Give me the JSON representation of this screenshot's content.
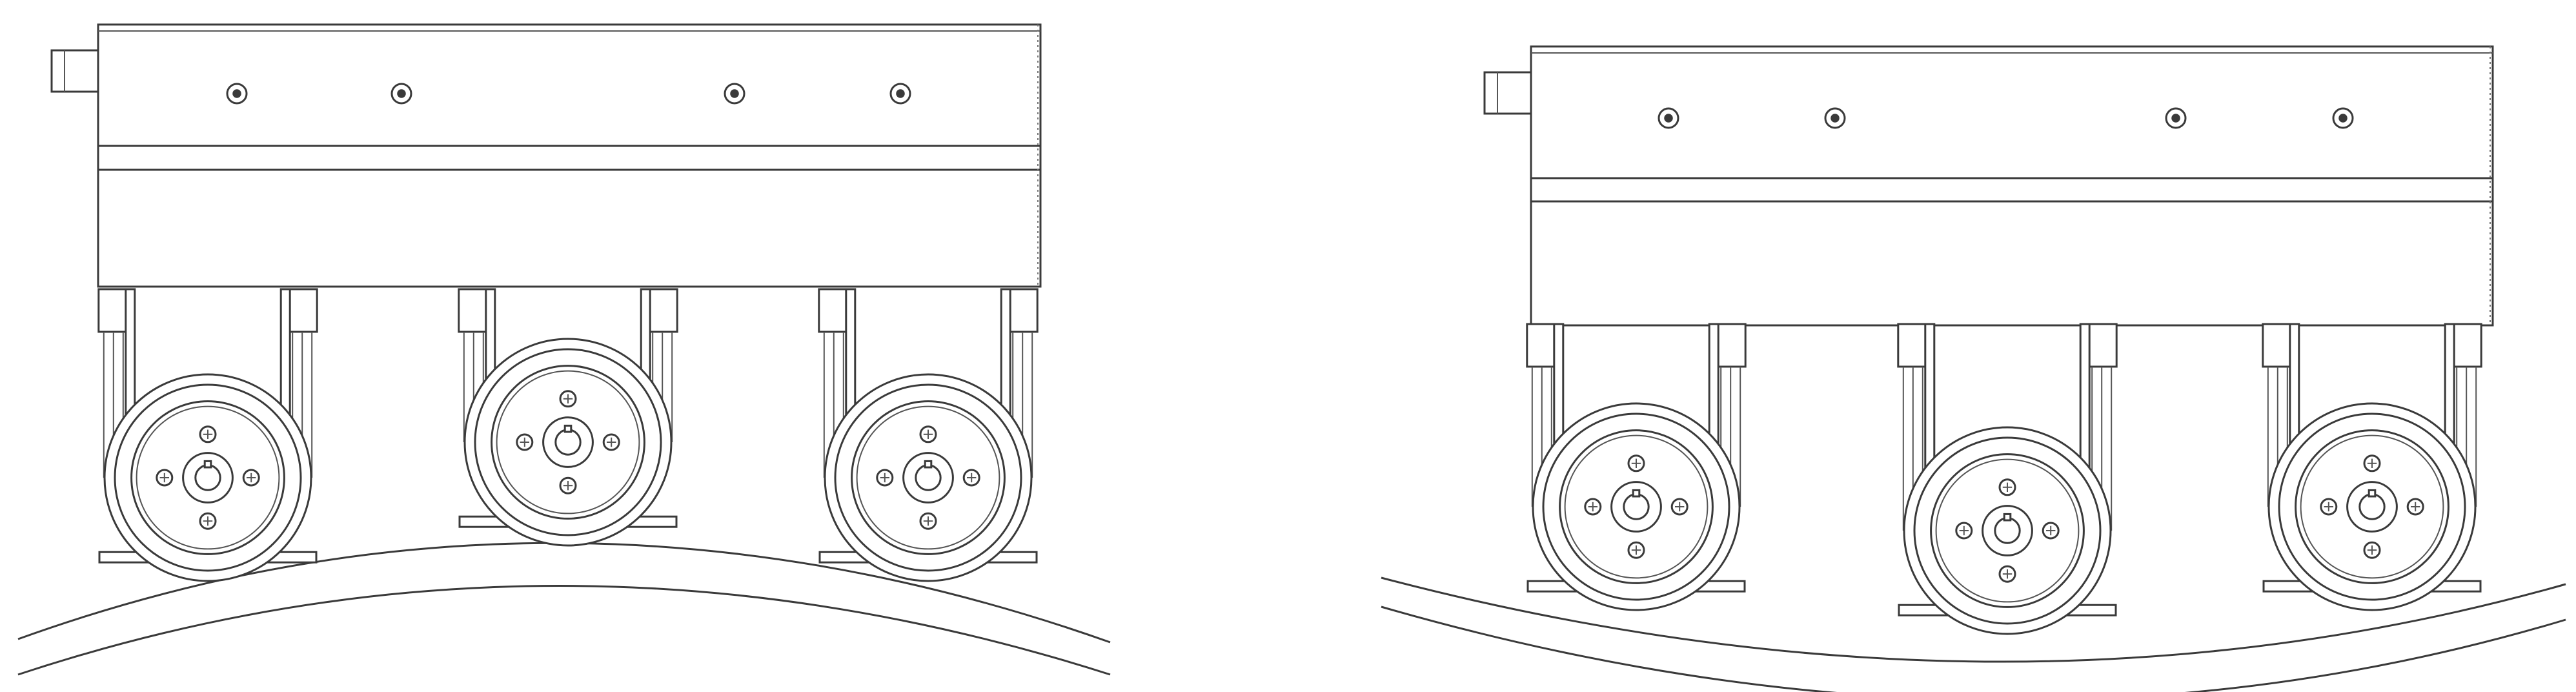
{
  "figure": {
    "panels": [
      {
        "name": "robot-on-convex-surface",
        "surface": "convex"
      },
      {
        "name": "robot-on-concave-surface",
        "surface": "concave"
      }
    ],
    "colors": {
      "line": "#3a3a3a",
      "background": "#ffffff"
    }
  }
}
